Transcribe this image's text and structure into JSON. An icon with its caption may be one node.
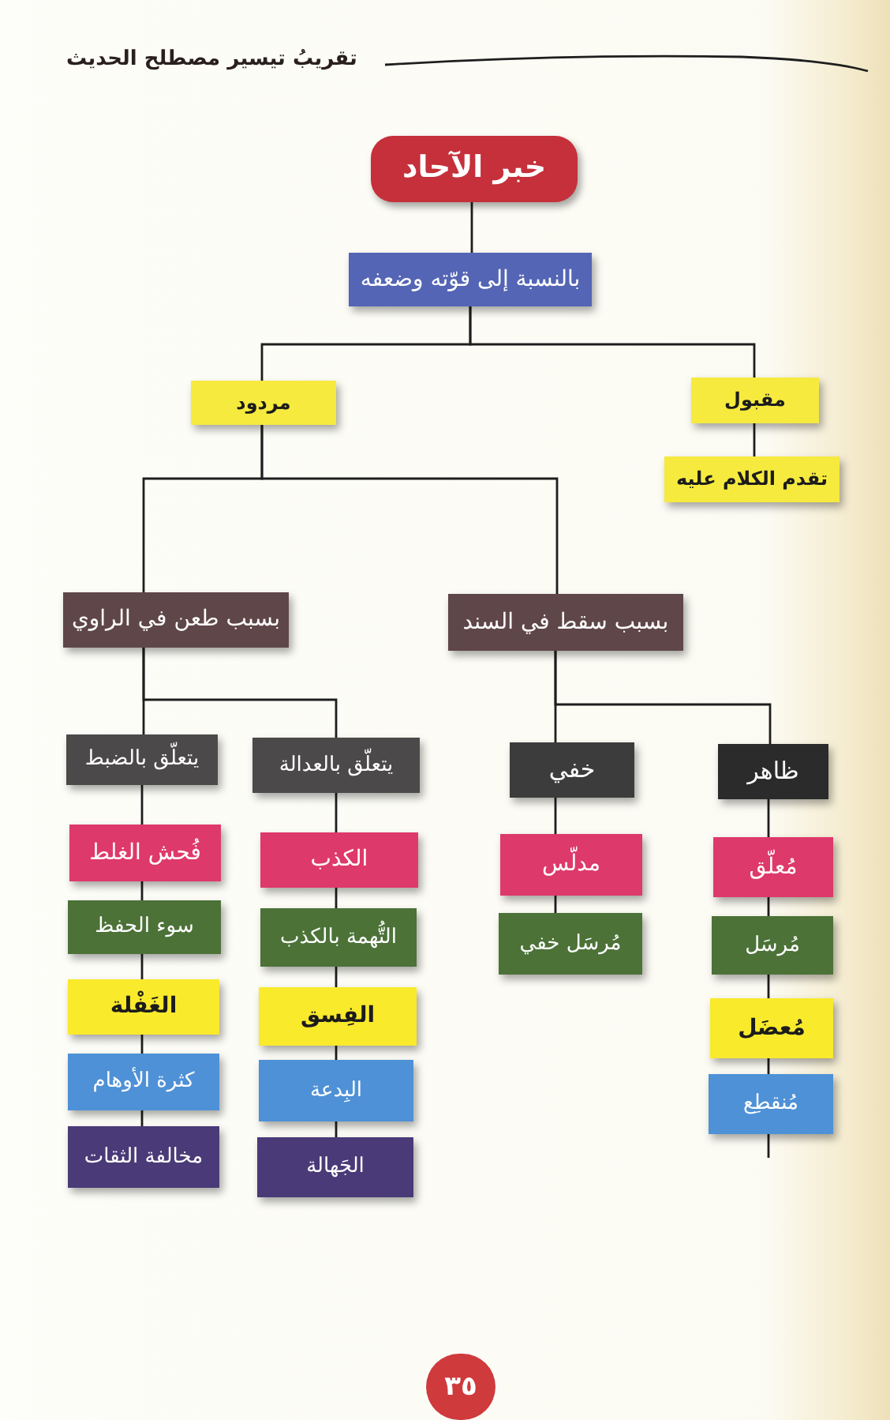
{
  "diagram": {
    "nodes": [
      {
        "text": [
          "خبر الآحاد"
        ]
      },
      {
        "text": [
          "بالنسبة إلى قوّته وضعفه"
        ]
      },
      {
        "text": [
          "مقبول"
        ]
      },
      {
        "text": [
          "مردود"
        ]
      },
      {
        "text": [
          "تقدم الكلام عليه"
        ]
      },
      {
        "text": [
          "بسبب سقط في السند"
        ]
      },
      {
        "text": [
          "بسبب طعن في الراوي"
        ]
      },
      {
        "text": [
          "ظاهر"
        ]
      },
      {
        "text": [
          "خفي"
        ]
      },
      {
        "text": [
          "يتعلّق بالعدالة"
        ]
      },
      {
        "text": [
          "يتعلّق بالضبط"
        ]
      },
      {
        "text": [
          "مُعلّق"
        ]
      },
      {
        "text": [
          "مدلّس"
        ]
      },
      {
        "text": [
          "الكذب"
        ]
      },
      {
        "text": [
          "فُحش الغلط"
        ]
      },
      {
        "text": [
          "مُرسَل"
        ]
      },
      {
        "text": [
          "مُرسَل خفي"
        ]
      },
      {
        "text": [
          "التُّهمة بالكذب"
        ]
      },
      {
        "text": [
          "سوء الحفظ"
        ]
      },
      {
        "text": [
          "مُعضَل"
        ]
      },
      {
        "text": [
          "الفِسق"
        ]
      },
      {
        "text": [
          "الغَفْلة"
        ]
      },
      {
        "text": [
          "مُنقطِع"
        ]
      },
      {
        "text": [
          "البِدعة"
        ]
      },
      {
        "text": [
          "كثرة الأوهام"
        ]
      },
      {
        "text": [
          "الجَهالة"
        ]
      },
      {
        "text": [
          "مخالفة الثقات"
        ]
      },
      {
        "text": [
          "٣٥"
        ]
      }
    ],
    "edges": [
      {
        "from": 0,
        "to": 1,
        "arrow": "none"
      },
      {
        "from": 1,
        "to": 2,
        "arrow": "none"
      },
      {
        "from": 1,
        "to": 3,
        "arrow": "none"
      },
      {
        "from": 2,
        "to": 4,
        "arrow": "none"
      },
      {
        "from": 3,
        "to": 5,
        "arrow": "none"
      },
      {
        "from": 3,
        "to": 6,
        "arrow": "none"
      },
      {
        "from": 5,
        "to": 7,
        "arrow": "none"
      },
      {
        "from": 5,
        "to": 8,
        "arrow": "none"
      },
      {
        "from": 6,
        "to": 9,
        "arrow": "none"
      },
      {
        "from": 6,
        "to": 10,
        "arrow": "none"
      },
      {
        "from": 7,
        "to": 11,
        "arrow": "none"
      },
      {
        "from": 11,
        "to": 15,
        "arrow": "none"
      },
      {
        "from": 15,
        "to": 19,
        "arrow": "none"
      },
      {
        "from": 19,
        "to": 22,
        "arrow": "none"
      },
      {
        "from": 22,
        "to": null,
        "arrow": "none"
      },
      {
        "from": 8,
        "to": 12,
        "arrow": "none"
      },
      {
        "from": 12,
        "to": 16,
        "arrow": "none"
      },
      {
        "from": 9,
        "to": 13,
        "arrow": "none"
      },
      {
        "from": 13,
        "to": 17,
        "arrow": "none"
      },
      {
        "from": 17,
        "to": 20,
        "arrow": "none"
      },
      {
        "from": 20,
        "to": 23,
        "arrow": "none"
      },
      {
        "from": 23,
        "to": 25,
        "arrow": "none"
      },
      {
        "from": 10,
        "to": 14,
        "arrow": "none"
      },
      {
        "from": 14,
        "to": 18,
        "arrow": "none"
      },
      {
        "from": 18,
        "to": 21,
        "arrow": "none"
      },
      {
        "from": 21,
        "to": 24,
        "arrow": "none"
      },
      {
        "from": 24,
        "to": 26,
        "arrow": "none"
      }
    ],
    "labels": [
      "تقريبُ تيسير مصطلح الحديث"
    ]
  }
}
